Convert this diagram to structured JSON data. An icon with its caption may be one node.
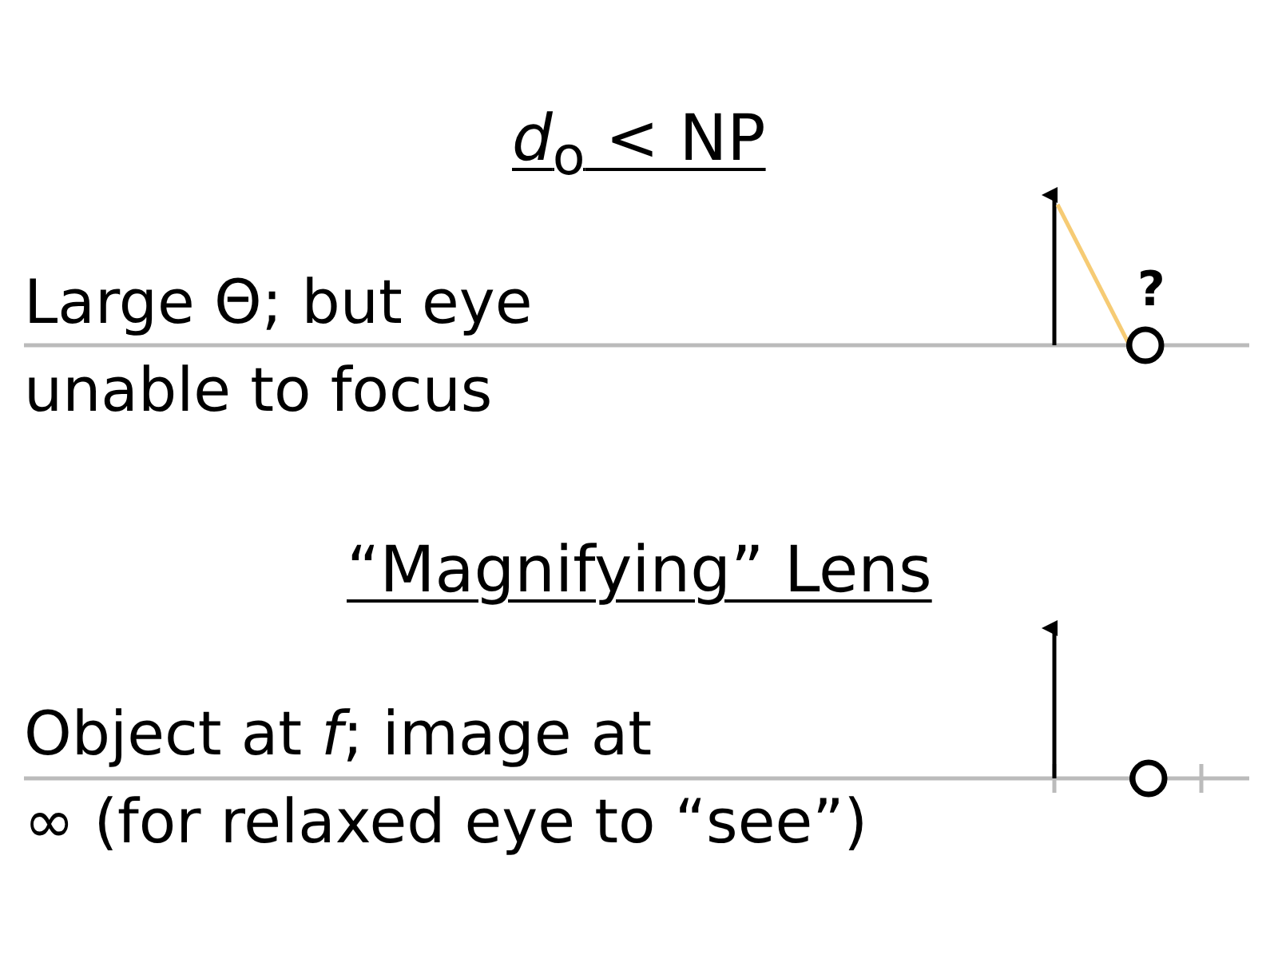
{
  "diagram": {
    "labels": [
      "*d*$_{o}$ < NP",
      "Large Θ; but eye unable to focus",
      "?",
      "“Magnifying” Lens",
      "Object at *f*; image at ∞ (for relaxed eye to “see”)"
    ]
  }
}
